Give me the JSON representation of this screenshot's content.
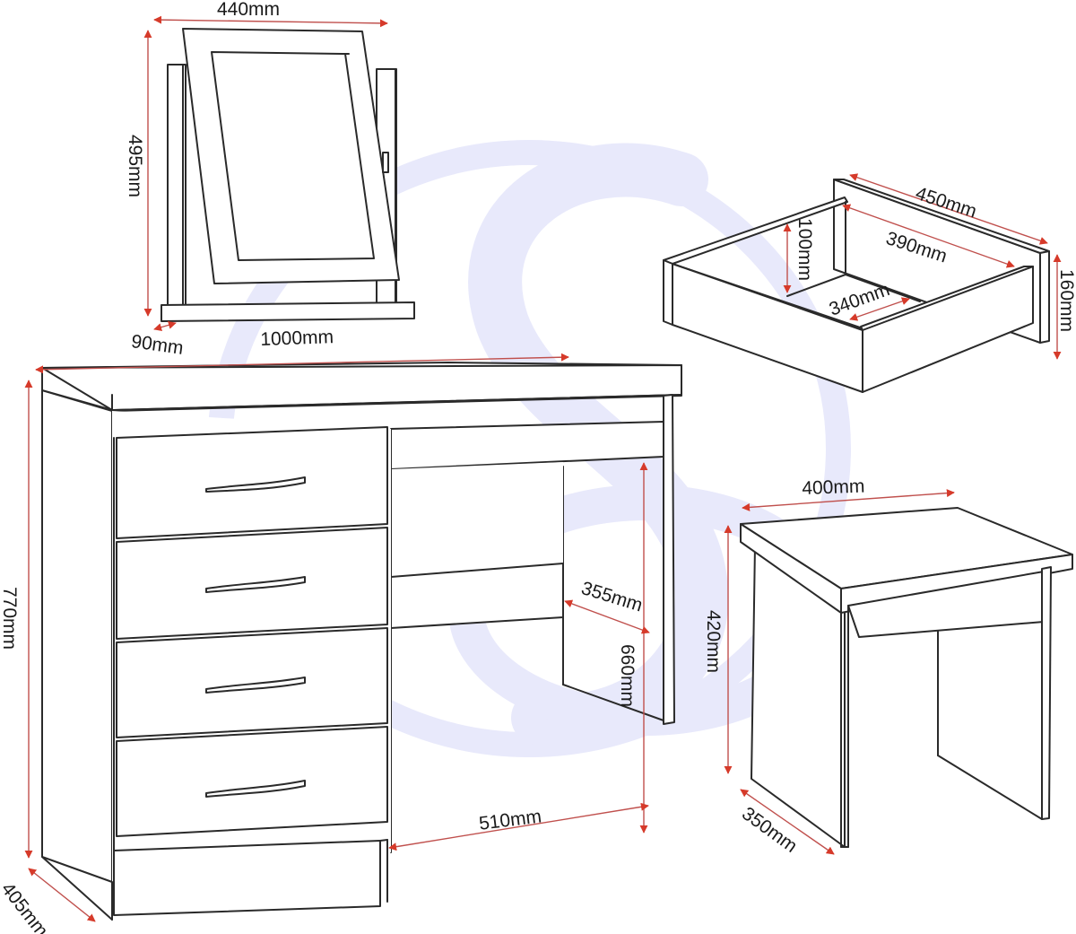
{
  "diagram": {
    "type": "furniture-dimension-drawing",
    "colors": {
      "line": "#2a2a2a",
      "dimension_arrow": "#d63a2a",
      "dimension_line": "#c0504d",
      "watermark": "#e8e9fb"
    },
    "watermark_icon": "circular-s-logo",
    "items": [
      {
        "name": "mirror",
        "dimensions": {
          "width": "440mm",
          "height": "495mm",
          "depth": "90mm"
        }
      },
      {
        "name": "drawer",
        "dimensions": {
          "length": "450mm",
          "inner_length": "390mm",
          "inner_height": "100mm",
          "inner_width": "340mm",
          "height": "160mm"
        }
      },
      {
        "name": "dressing-table",
        "dimensions": {
          "width": "1000mm",
          "height": "770mm",
          "depth": "405mm",
          "knee_height": "660mm",
          "knee_depth": "355mm",
          "knee_width": "510mm"
        }
      },
      {
        "name": "stool",
        "dimensions": {
          "width": "400mm",
          "height": "420mm",
          "depth": "350mm"
        }
      }
    ]
  },
  "labels": {
    "mirror_width": "440mm",
    "mirror_height": "495mm",
    "mirror_depth": "90mm",
    "drawer_length": "450mm",
    "drawer_inner_length": "390mm",
    "drawer_inner_height": "100mm",
    "drawer_inner_width": "340mm",
    "drawer_height": "160mm",
    "table_width": "1000mm",
    "table_height": "770mm",
    "table_depth": "405mm",
    "table_knee_height": "660mm",
    "table_knee_depth": "355mm",
    "table_knee_width": "510mm",
    "stool_width": "400mm",
    "stool_height": "420mm",
    "stool_depth": "350mm"
  }
}
